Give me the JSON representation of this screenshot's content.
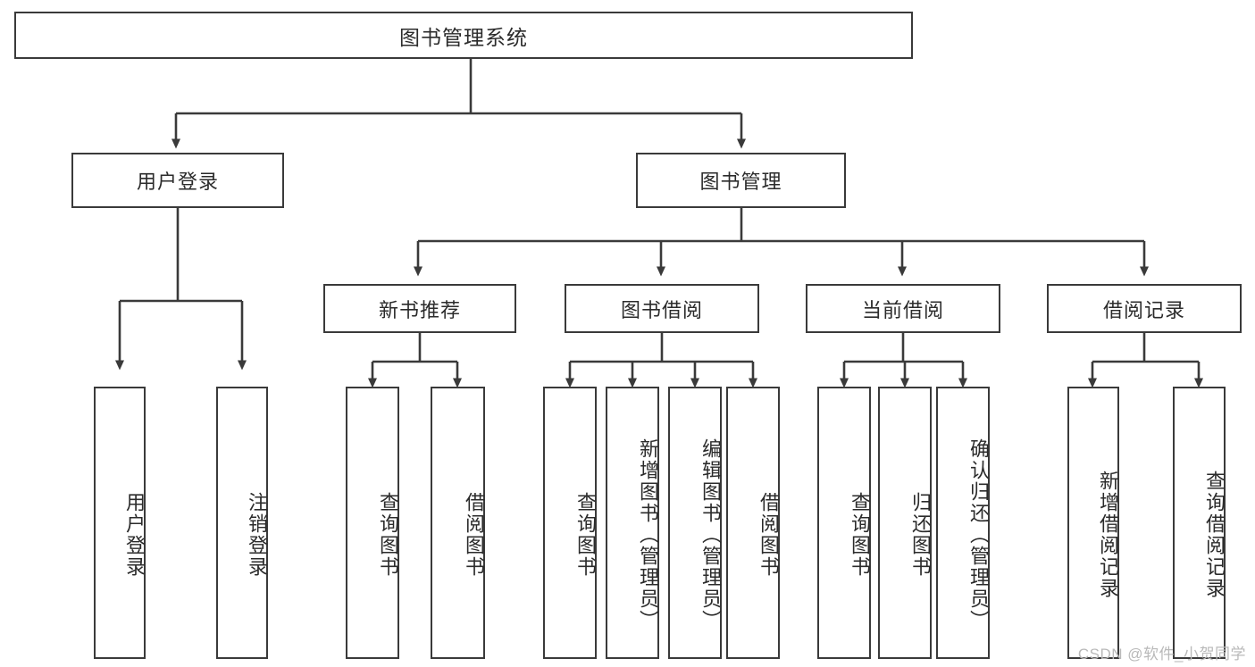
{
  "diagram": {
    "title": "图书管理系统",
    "type": "tree-hierarchy",
    "watermark": "CSDN @软件_小贺同学",
    "colors": {
      "box_border": "#3a3a3a",
      "box_fill": "#ffffff",
      "connector": "#3a3a3a",
      "text": "#2b2b2b",
      "watermark": "#b9b9b9"
    },
    "root": {
      "label": "图书管理系统"
    },
    "level2": [
      {
        "label": "用户登录"
      },
      {
        "label": "图书管理"
      }
    ],
    "level3": [
      {
        "label": "新书推荐"
      },
      {
        "label": "图书借阅"
      },
      {
        "label": "当前借阅"
      },
      {
        "label": "借阅记录"
      }
    ],
    "leaves": {
      "user_login": [
        {
          "label": "用户登录"
        },
        {
          "label": "注销登录"
        }
      ],
      "new_book_recommend": [
        {
          "label": "查询图书"
        },
        {
          "label": "借阅图书"
        }
      ],
      "book_borrow": [
        {
          "label": "查询图书"
        },
        {
          "label": "新增图书（管理员）"
        },
        {
          "label": "编辑图书（管理员）"
        },
        {
          "label": "借阅图书"
        }
      ],
      "current_borrow": [
        {
          "label": "查询图书"
        },
        {
          "label": "归还图书"
        },
        {
          "label": "确认归还（管理员）"
        }
      ],
      "borrow_record": [
        {
          "label": "新增借阅记录"
        },
        {
          "label": "查询借阅记录"
        }
      ]
    }
  }
}
